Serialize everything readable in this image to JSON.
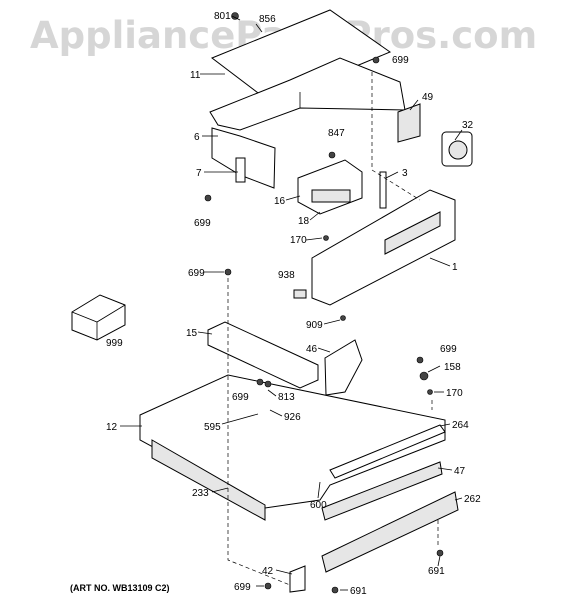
{
  "watermark": "AppliancePartsPros.com",
  "art_number": "(ART NO. WB13109 C2)",
  "callouts": [
    {
      "id": "801",
      "label": "801"
    },
    {
      "id": "856",
      "label": "856"
    },
    {
      "id": "11",
      "label": "11"
    },
    {
      "id": "699a",
      "label": "699"
    },
    {
      "id": "49",
      "label": "49"
    },
    {
      "id": "32",
      "label": "32"
    },
    {
      "id": "6",
      "label": "6"
    },
    {
      "id": "847",
      "label": "847"
    },
    {
      "id": "7",
      "label": "7"
    },
    {
      "id": "3",
      "label": "3"
    },
    {
      "id": "16",
      "label": "16"
    },
    {
      "id": "699b",
      "label": "699"
    },
    {
      "id": "18",
      "label": "18"
    },
    {
      "id": "170a",
      "label": "170"
    },
    {
      "id": "1",
      "label": "1"
    },
    {
      "id": "699c",
      "label": "699"
    },
    {
      "id": "938",
      "label": "938"
    },
    {
      "id": "999",
      "label": "999"
    },
    {
      "id": "909",
      "label": "909"
    },
    {
      "id": "15",
      "label": "15"
    },
    {
      "id": "46",
      "label": "46"
    },
    {
      "id": "699d",
      "label": "699"
    },
    {
      "id": "158",
      "label": "158"
    },
    {
      "id": "699e",
      "label": "699"
    },
    {
      "id": "813",
      "label": "813"
    },
    {
      "id": "170b",
      "label": "170"
    },
    {
      "id": "926",
      "label": "926"
    },
    {
      "id": "12",
      "label": "12"
    },
    {
      "id": "595",
      "label": "595"
    },
    {
      "id": "264",
      "label": "264"
    },
    {
      "id": "47",
      "label": "47"
    },
    {
      "id": "233",
      "label": "233"
    },
    {
      "id": "600",
      "label": "600"
    },
    {
      "id": "262",
      "label": "262"
    },
    {
      "id": "691a",
      "label": "691"
    },
    {
      "id": "42",
      "label": "42"
    },
    {
      "id": "699f",
      "label": "699"
    },
    {
      "id": "691b",
      "label": "691"
    }
  ]
}
